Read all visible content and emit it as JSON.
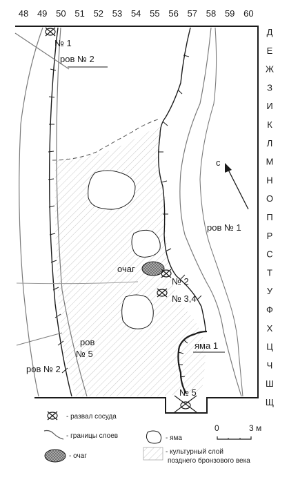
{
  "columns": [
    "48",
    "49",
    "50",
    "51",
    "52",
    "53",
    "54",
    "55",
    "56",
    "57",
    "58",
    "59",
    "60"
  ],
  "rows": [
    "Д",
    "Е",
    "Ж",
    "З",
    "И",
    "К",
    "Л",
    "М",
    "Н",
    "О",
    "П",
    "Р",
    "С",
    "Т",
    "У",
    "Ф",
    "Х",
    "Ц",
    "Ч",
    "Ш",
    "Щ"
  ],
  "labels": {
    "find1": "№ 1",
    "find2": "№ 2",
    "find34": "№ 3,4",
    "find5": "№ 5",
    "ditch2_top": "ров № 2",
    "ditch2_bottom": "ров № 2",
    "ditch1": "ров № 1",
    "ditch5_a": "ров",
    "ditch5_b": "№ 5",
    "hearth": "очаг",
    "pit1": "яма 1",
    "north": "с"
  },
  "legend": {
    "vessel": "- развал сосуда",
    "layer_bounds": "- границы слоев",
    "pit": "- яма",
    "hearth": "- очаг",
    "culture_1": "- культурный слой",
    "culture_2": "позднего бронзового века"
  },
  "scale": {
    "zero": "0",
    "end": "3 м"
  },
  "colors": {
    "ink": "#1a1a1a",
    "line": "#6e6e6e",
    "hatch": "#c8c8c8",
    "hearth": "#8a8a8a"
  }
}
